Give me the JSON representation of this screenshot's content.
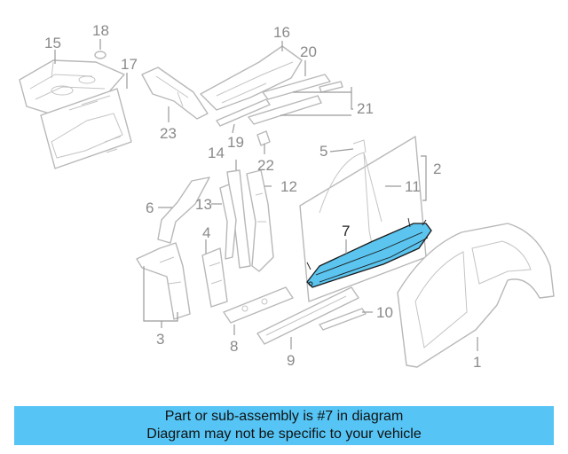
{
  "diagram": {
    "callouts": [
      "1",
      "2",
      "3",
      "4",
      "5",
      "6",
      "7",
      "8",
      "9",
      "10",
      "11",
      "12",
      "13",
      "14",
      "15",
      "16",
      "17",
      "18",
      "19",
      "20",
      "21",
      "22",
      "23"
    ],
    "highlighted_part": "7",
    "highlight_color": "#5bc4ef"
  },
  "banner": {
    "line1": "Part or sub-assembly is #7 in diagram",
    "line2": "Diagram may not be specific to your vehicle",
    "color": "#56c5f5"
  }
}
